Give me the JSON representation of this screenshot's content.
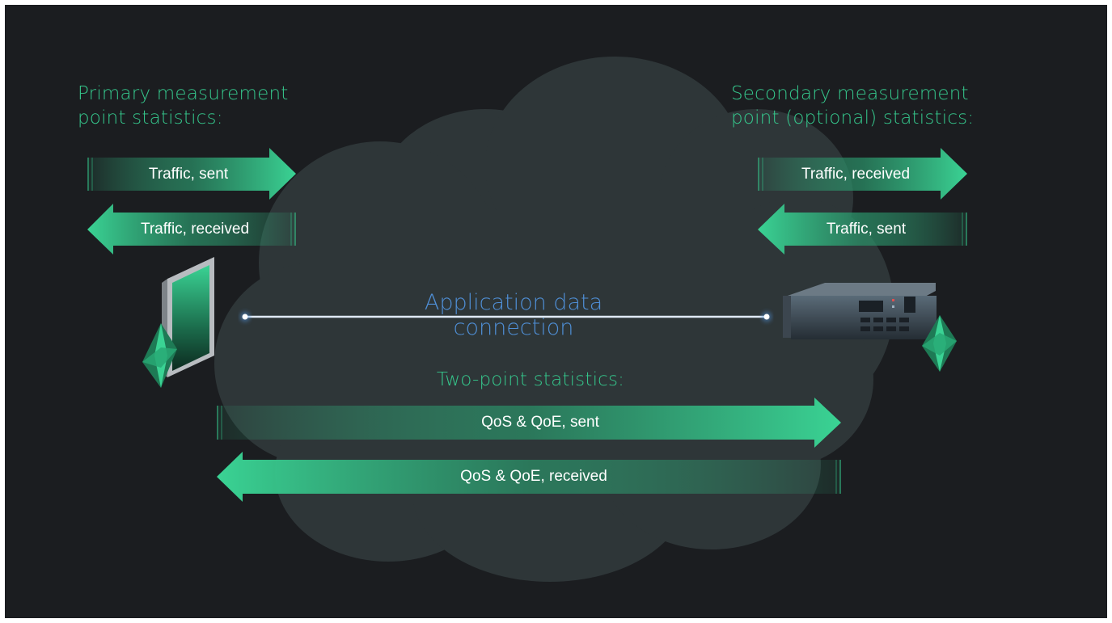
{
  "primary": {
    "heading": [
      "Primary measurement",
      "point statistics:"
    ],
    "arrows": [
      "Traffic, sent",
      "Traffic, received"
    ]
  },
  "secondary": {
    "heading": [
      "Secondary measurement",
      "point (optional) statistics:"
    ],
    "arrows": [
      "Traffic, received",
      "Traffic, sent"
    ]
  },
  "connection": {
    "label": [
      "Application data",
      "connection"
    ]
  },
  "two_point": {
    "heading": "Two-point statistics:",
    "arrows": [
      "QoS & QoE, sent",
      "QoS & QoE, received"
    ]
  },
  "colors": {
    "background": "#1b1d20",
    "cloud": "#2e3638",
    "accent_green": "#35c78c",
    "connection_blue": "#4f8fd6"
  },
  "icons": [
    "phone-device-icon",
    "rack-server-icon",
    "crystal-probe-icon"
  ]
}
